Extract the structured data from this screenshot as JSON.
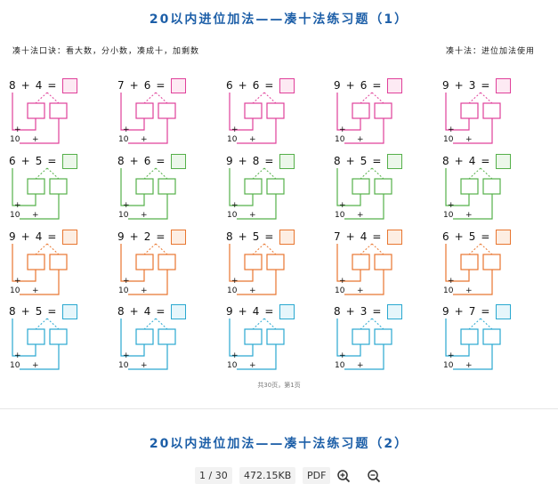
{
  "header": {
    "title": "20以内进位加法——凑十法练习题（1）",
    "method_tip": "凑十法口诀：看大数，分小数，凑成十，加剩数",
    "usage_tip": "凑十法：进位加法使用"
  },
  "colors": {
    "title": "#1d5fa8",
    "row1": "#e0409a",
    "row2": "#55b04a",
    "row3": "#e87630",
    "row4": "#2aa8d0"
  },
  "labels": {
    "equals": "=",
    "plus": "+",
    "ten": "10"
  },
  "rows": [
    {
      "color": "#e0409a",
      "fill": "#fdeaf3",
      "problems": [
        {
          "a": "8",
          "b": "4"
        },
        {
          "a": "7",
          "b": "6"
        },
        {
          "a": "6",
          "b": "6"
        },
        {
          "a": "9",
          "b": "6"
        },
        {
          "a": "9",
          "b": "3"
        }
      ]
    },
    {
      "color": "#55b04a",
      "fill": "#ecf7ea",
      "problems": [
        {
          "a": "6",
          "b": "5"
        },
        {
          "a": "8",
          "b": "6"
        },
        {
          "a": "9",
          "b": "8"
        },
        {
          "a": "8",
          "b": "5"
        },
        {
          "a": "8",
          "b": "4"
        }
      ]
    },
    {
      "color": "#e87630",
      "fill": "#fdeee3",
      "problems": [
        {
          "a": "9",
          "b": "4"
        },
        {
          "a": "9",
          "b": "2"
        },
        {
          "a": "8",
          "b": "5"
        },
        {
          "a": "7",
          "b": "4"
        },
        {
          "a": "6",
          "b": "5"
        }
      ]
    },
    {
      "color": "#2aa8d0",
      "fill": "#e6f6fb",
      "problems": [
        {
          "a": "8",
          "b": "5"
        },
        {
          "a": "8",
          "b": "4"
        },
        {
          "a": "9",
          "b": "4"
        },
        {
          "a": "8",
          "b": "3"
        },
        {
          "a": "9",
          "b": "7"
        }
      ]
    }
  ],
  "page_footer": "共30页，第1页",
  "next_page": {
    "title": "20以内进位加法——凑十法练习题（2）"
  },
  "toolbar": {
    "page_indicator": "1 / 30",
    "file_size": "472.15KB",
    "format": "PDF",
    "zoom_in_icon": "zoom-in-icon",
    "zoom_out_icon": "zoom-out-icon"
  }
}
